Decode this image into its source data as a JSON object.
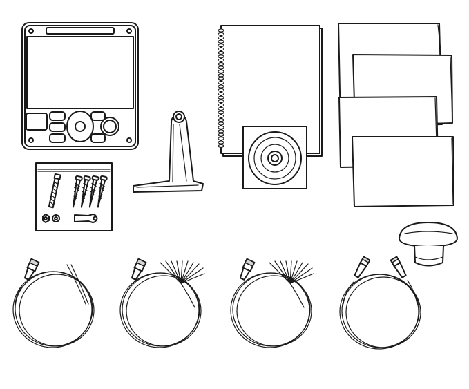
{
  "figure": {
    "items": [
      {
        "id": "display-unit",
        "icon": "chartplotter-display-icon"
      },
      {
        "id": "screw-kit",
        "icon": "fastener-kit-icon"
      },
      {
        "id": "mounting-bracket",
        "icon": "bracket-icon"
      },
      {
        "id": "manual",
        "icon": "spiral-manual-icon"
      },
      {
        "id": "cd",
        "icon": "cd-disc-icon"
      },
      {
        "id": "documents",
        "icon": "document-stack-icon"
      },
      {
        "id": "gps-antenna",
        "icon": "gps-antenna-icon"
      },
      {
        "id": "cables",
        "icon": "cable-coil-icon",
        "count": 4
      }
    ],
    "colors": {
      "stroke": "#1a1a1a",
      "fill": "#ffffff",
      "shade": "#d6d6d6"
    }
  }
}
